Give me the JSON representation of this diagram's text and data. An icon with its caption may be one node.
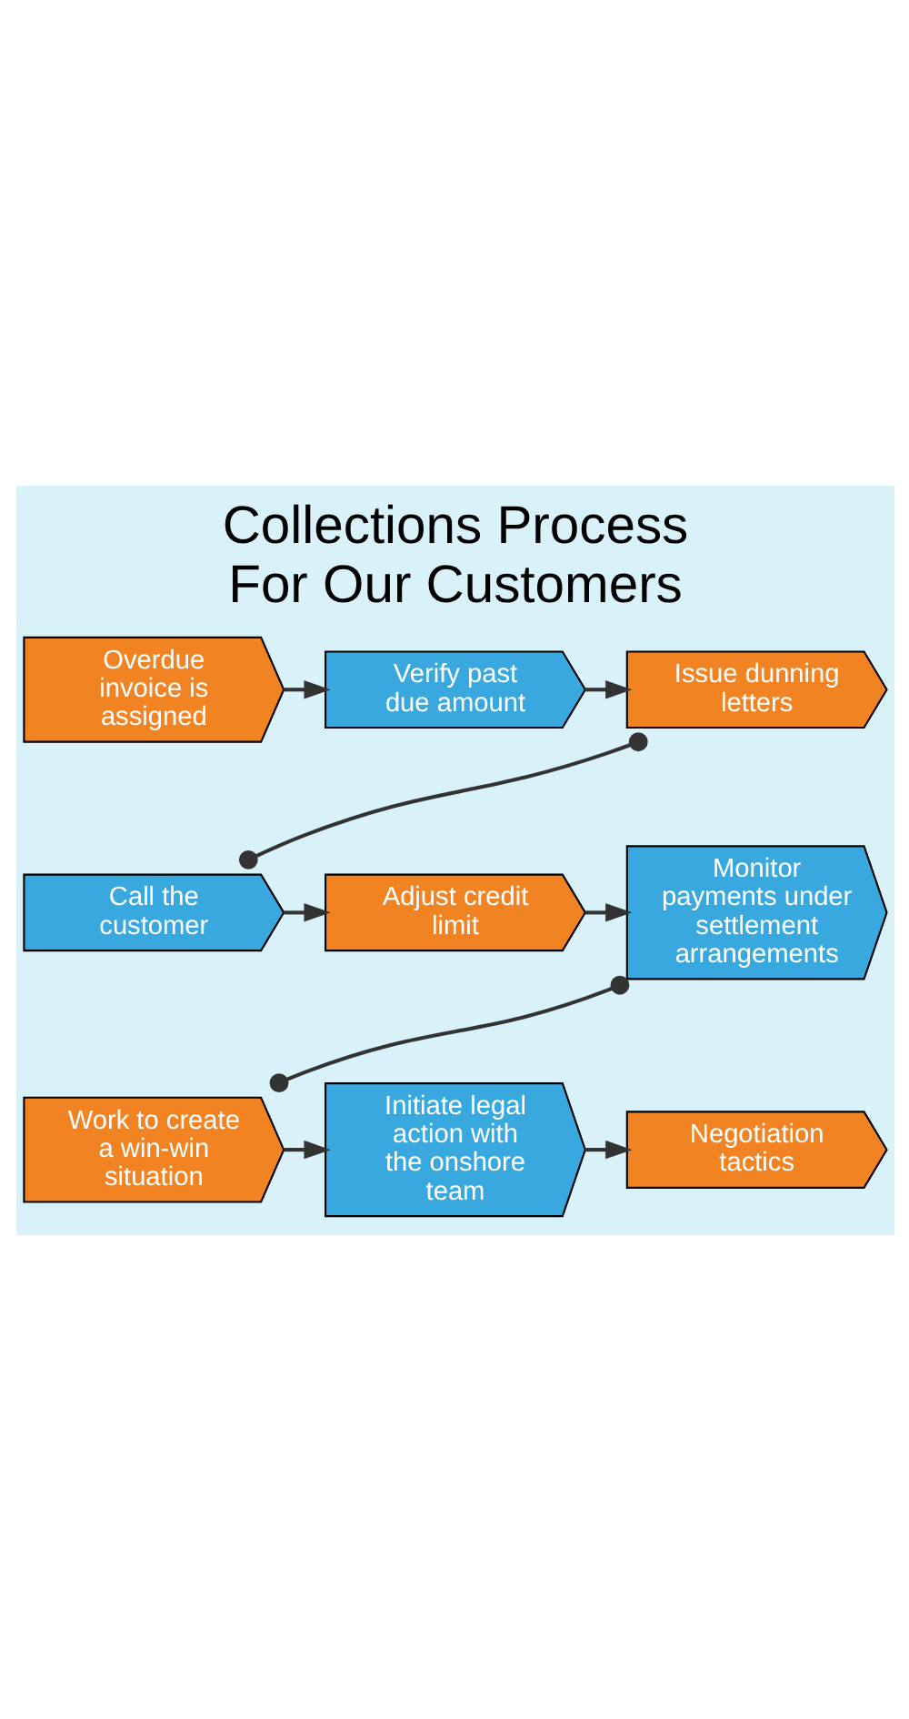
{
  "diagram": {
    "title": "Collections Process For Our Customers",
    "nodes": [
      {
        "text": [
          "Overdue invoice is assigned"
        ]
      },
      {
        "text": [
          "Verify past due amount"
        ]
      },
      {
        "text": [
          "Issue dunning letters"
        ]
      },
      {
        "text": [
          "Call the customer"
        ]
      },
      {
        "text": [
          "Adjust credit limit"
        ]
      },
      {
        "text": [
          "Monitor payments under settlement arrangements"
        ]
      },
      {
        "text": [
          "Work to create a win-win situation"
        ]
      },
      {
        "text": [
          "Initiate legal action with the onshore team"
        ]
      },
      {
        "text": [
          "Negotiation tactics"
        ]
      }
    ],
    "edges": [
      {
        "from": 0,
        "to": 1,
        "arrow": "to"
      },
      {
        "from": 1,
        "to": 2,
        "arrow": "to"
      },
      {
        "from": 2,
        "to": 3,
        "arrow": "other"
      },
      {
        "from": 3,
        "to": 4,
        "arrow": "to"
      },
      {
        "from": 4,
        "to": 5,
        "arrow": "to"
      },
      {
        "from": 5,
        "to": 6,
        "arrow": "other"
      },
      {
        "from": 6,
        "to": 7,
        "arrow": "to"
      },
      {
        "from": 7,
        "to": 8,
        "arrow": "to"
      }
    ]
  }
}
